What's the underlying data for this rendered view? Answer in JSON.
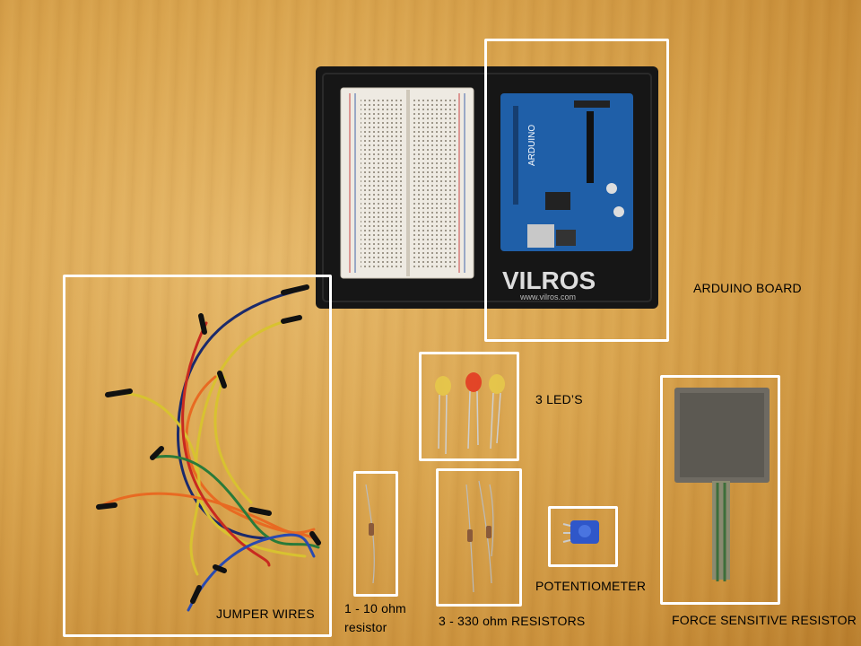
{
  "board_brand": "VILROS",
  "board_url": "www.vilros.com",
  "labels": {
    "arduino_board": "ARDUINO BOARD",
    "leds": "3 LED’S",
    "jumper_wires": "JUMPER WIRES",
    "resistor_10ohm_line1": "1 - 10 ohm",
    "resistor_10ohm_line2": "resistor",
    "resistors_330ohm": "3 - 330 ohm RESISTORS",
    "potentiometer": "POTENTIOMETER",
    "force_sensitive_resistor": "FORCE SENSITIVE RESISTOR"
  },
  "colors": {
    "table": "#d9a44e",
    "mat": "#1a1a1a",
    "arduino": "#1f5fa8",
    "highlight_box": "#ffffff"
  }
}
